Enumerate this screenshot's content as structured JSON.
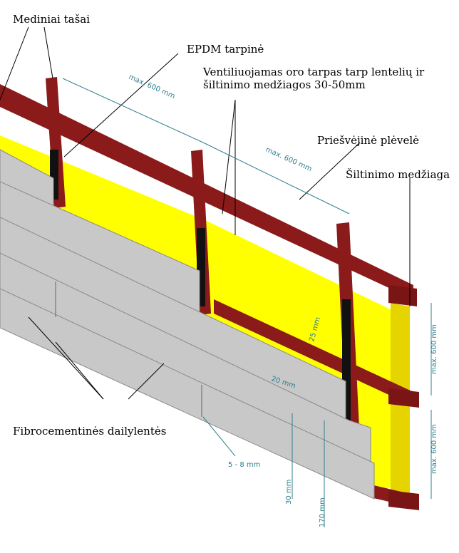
{
  "labels": {
    "timber_battens": "Mediniai tašai",
    "epdm_gasket": "EPDM tarpinė",
    "air_gap": "Ventiliuojamas oro tarpas tarp lentelių ir šiltinimo medžiagos 30-50mm",
    "wind_membrane": "Priešvėjinė plėvelė",
    "insulation": "Šiltinimo medžiaga",
    "fiber_cement_boards": "Fibrocementinės dailylentės"
  },
  "dimensions": {
    "spacing_1": "max. 600 mm",
    "spacing_2": "max. 600 mm",
    "vertical_1": "max. 600 mm",
    "vertical_2": "max. 600 mm",
    "d25": "25 mm",
    "d20": "20 mm",
    "gap": "5 - 8 mm",
    "d30": "30 mm",
    "d170": "170 mm"
  },
  "colors": {
    "timber": "#8b1a1a",
    "timber_dark": "#5e0f0f",
    "insulation": "#ffff00",
    "insulation_side": "#e8d800",
    "board": "#c8c8c8",
    "board_edge": "#8a8a8a",
    "gasket": "#111111",
    "dimension": "#2f7f8c"
  }
}
